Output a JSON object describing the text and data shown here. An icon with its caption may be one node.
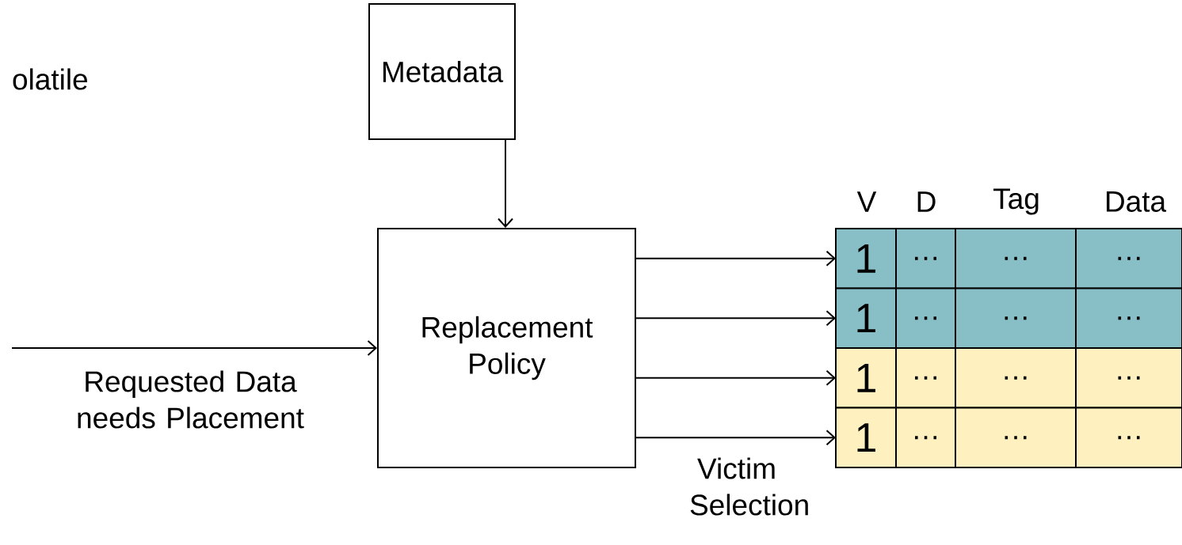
{
  "diagram": {
    "nodes": [
      {
        "text": [
          "Metadata"
        ]
      },
      {
        "text": [
          "Replacement Policy"
        ]
      },
      {
        "text": [
          "1",
          "…",
          "…",
          "…"
        ]
      },
      {
        "text": [
          "1",
          "…",
          "…",
          "…"
        ]
      },
      {
        "text": [
          "1",
          "…",
          "…",
          "…"
        ]
      },
      {
        "text": [
          "1",
          "…",
          "…",
          "…"
        ]
      }
    ],
    "edges": [
      {
        "from": 0,
        "to": 1,
        "arrow": "to"
      },
      {
        "from": null,
        "to": 1,
        "arrow": "to",
        "label": "Requested Data needs Placement"
      },
      {
        "from": 1,
        "to": 2,
        "arrow": "to"
      },
      {
        "from": 1,
        "to": 3,
        "arrow": "to"
      },
      {
        "from": 1,
        "to": 4,
        "arrow": "to"
      },
      {
        "from": 1,
        "to": 5,
        "arrow": "to"
      }
    ],
    "labels": [
      "olatile",
      "V",
      "D",
      "Tag",
      "Data",
      "Victim Selection"
    ]
  }
}
